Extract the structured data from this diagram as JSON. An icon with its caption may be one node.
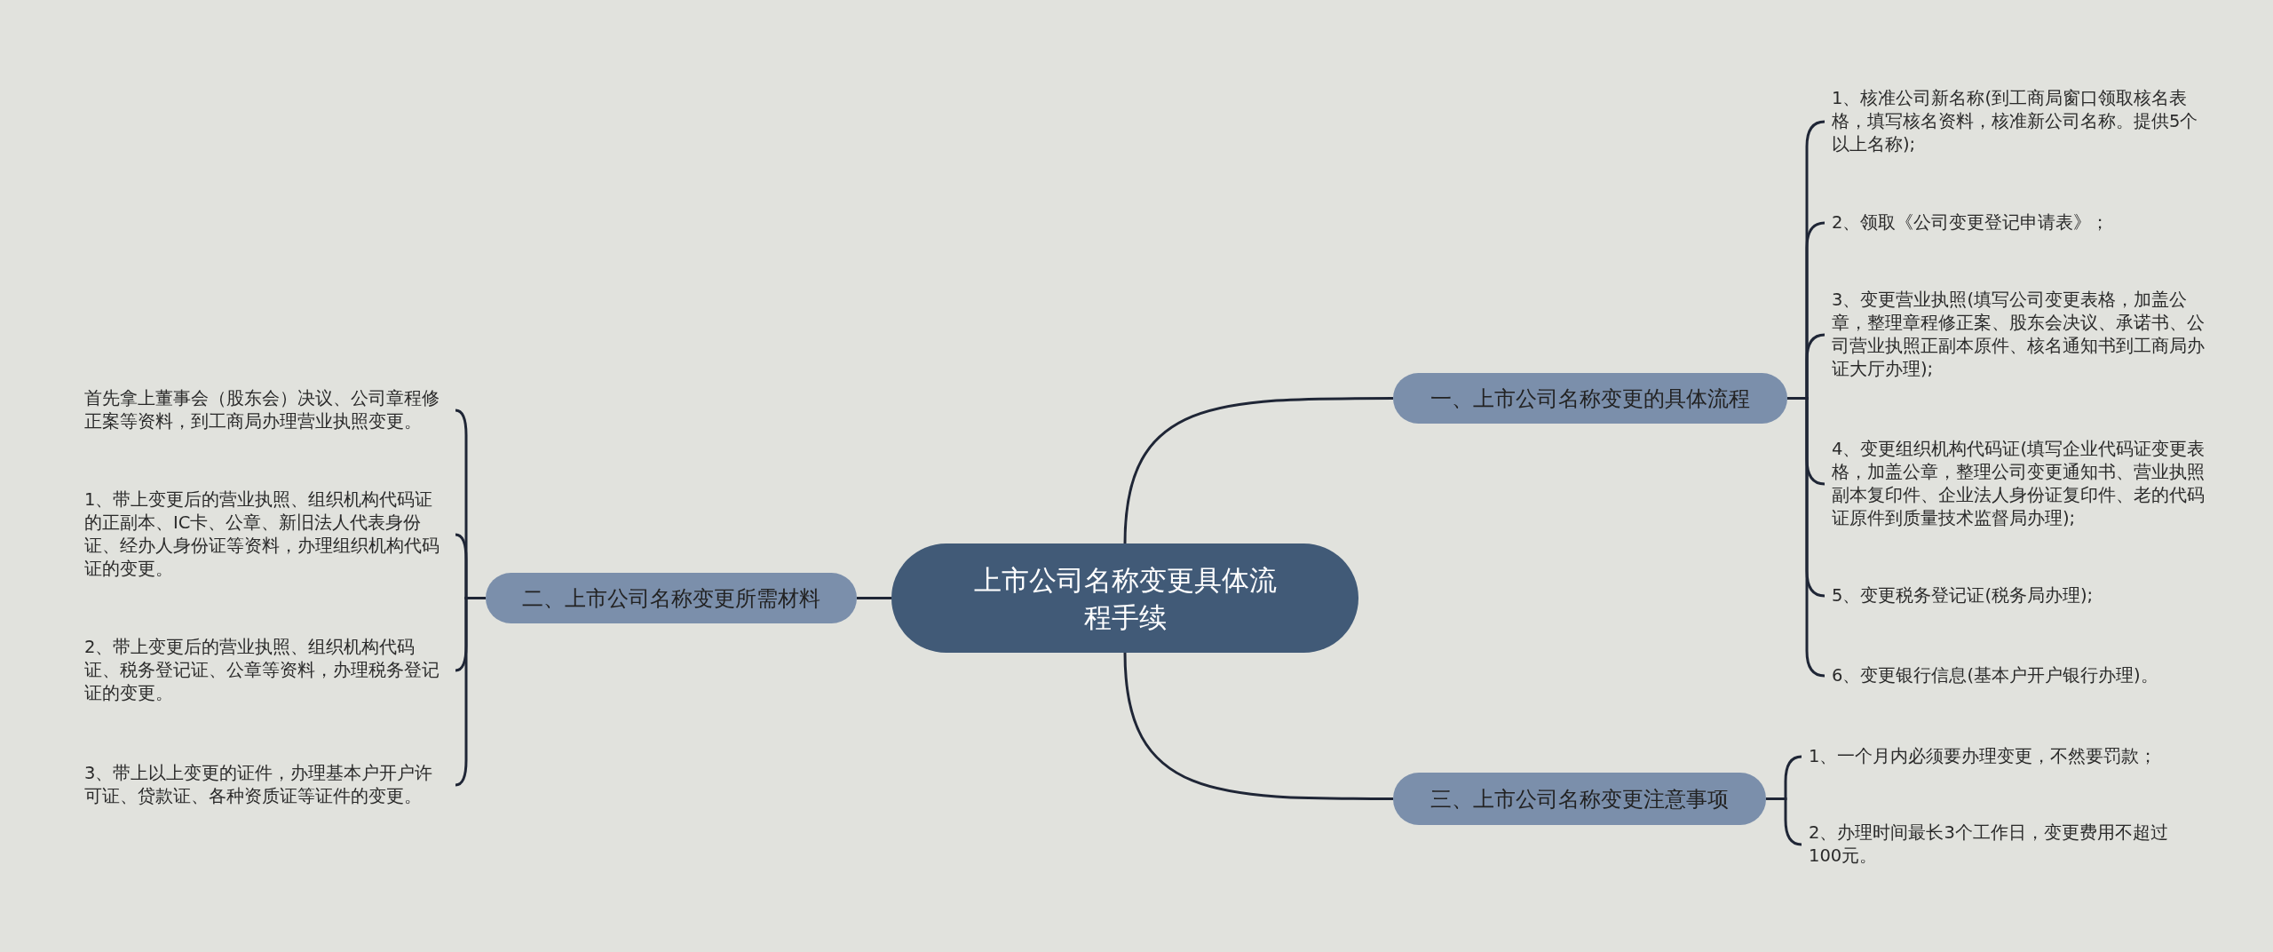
{
  "diagram": {
    "nodes": [
      {
        "text": [
          "上市公司名称变更具体流程手续"
        ]
      },
      {
        "text": [
          "一、上市公司名称变更的具体流程"
        ]
      },
      {
        "text": [
          "1、核准公司新名称(到工商局窗口领取核名表格，填写核名资料，核准新公司名称。提供5个以上名称);"
        ]
      },
      {
        "text": [
          "2、领取《公司变更登记申请表》；"
        ]
      },
      {
        "text": [
          "3、变更营业执照(填写公司变更表格，加盖公章，整理章程修正案、股东会决议、承诺书、公司营业执照正副本原件、核名通知书到工商局办证大厅办理);"
        ]
      },
      {
        "text": [
          "4、变更组织机构代码证(填写企业代码证变更表格，加盖公章，整理公司变更通知书、营业执照副本复印件、企业法人身份证复印件、老的代码证原件到质量技术监督局办理);"
        ]
      },
      {
        "text": [
          "5、变更税务登记证(税务局办理);"
        ]
      },
      {
        "text": [
          "6、变更银行信息(基本户开户银行办理)。"
        ]
      },
      {
        "text": [
          "二、上市公司名称变更所需材料"
        ]
      },
      {
        "text": [
          "首先拿上董事会（股东会）决议、公司章程修正案等资料，到工商局办理营业执照变更。"
        ]
      },
      {
        "text": [
          "1、带上变更后的营业执照、组织机构代码证的正副本、IC卡、公章、新旧法人代表身份证、经办人身份证等资料，办理组织机构代码证的变更。"
        ]
      },
      {
        "text": [
          "2、带上变更后的营业执照、组织机构代码证、税务登记证、公章等资料，办理税务登记证的变更。"
        ]
      },
      {
        "text": [
          "3、带上以上变更的证件，办理基本户开户许可证、贷款证、各种资质证等证件的变更。"
        ]
      },
      {
        "text": [
          "三、上市公司名称变更注意事项"
        ]
      },
      {
        "text": [
          "1、一个月内必须要办理变更，不然要罚款；"
        ]
      },
      {
        "text": [
          "2、办理时间最长3个工作日，变更费用不超过100元。"
        ]
      }
    ],
    "edges": [
      {
        "from": 0,
        "to": 1,
        "arrow": "none"
      },
      {
        "from": 1,
        "to": 2,
        "arrow": "none"
      },
      {
        "from": 1,
        "to": 3,
        "arrow": "none"
      },
      {
        "from": 1,
        "to": 4,
        "arrow": "none"
      },
      {
        "from": 1,
        "to": 5,
        "arrow": "none"
      },
      {
        "from": 1,
        "to": 6,
        "arrow": "none"
      },
      {
        "from": 1,
        "to": 7,
        "arrow": "none"
      },
      {
        "from": 0,
        "to": 8,
        "arrow": "none"
      },
      {
        "from": 8,
        "to": 9,
        "arrow": "none"
      },
      {
        "from": 8,
        "to": 10,
        "arrow": "none"
      },
      {
        "from": 8,
        "to": 11,
        "arrow": "none"
      },
      {
        "from": 8,
        "to": 12,
        "arrow": "none"
      },
      {
        "from": 0,
        "to": 13,
        "arrow": "none"
      },
      {
        "from": 13,
        "to": 14,
        "arrow": "none"
      },
      {
        "from": 13,
        "to": 15,
        "arrow": "none"
      }
    ]
  }
}
